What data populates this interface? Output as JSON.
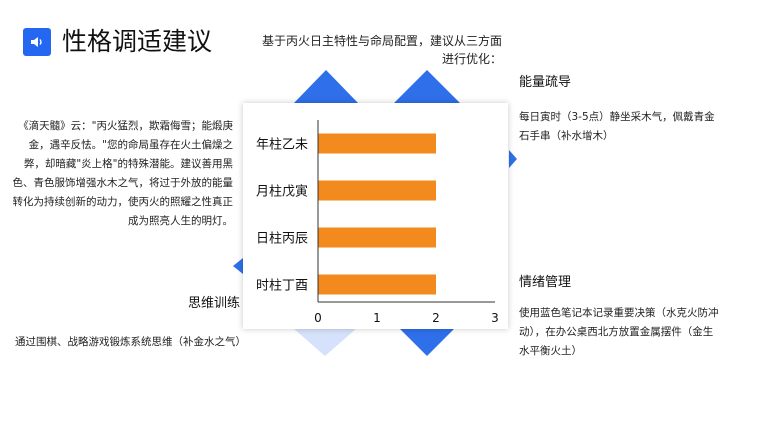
{
  "header": {
    "title": "性格调适建议",
    "icon": "speaker-icon",
    "accent_color": "#2468f2"
  },
  "intro": "基于丙火日主特性与命局配置，建议从三方面进行优化：",
  "left_quote": "《滴天髓》云：\"丙火猛烈，欺霜侮雪；能煅庚金，遇辛反怯。\"您的命局虽存在火土偏燥之弊，却暗藏\"炎上格\"的特殊潜能。建议善用黑色、青色服饰增强水木之气，将过于外放的能量转化为持续创新的动力，使丙火的照耀之性真正成为照亮人生的明灯。",
  "sections": {
    "energy": {
      "heading": "能量疏导",
      "body": "每日寅时（3-5点）静坐采木气，佩戴青金石手串（补水增木）"
    },
    "emotion": {
      "heading": "情绪管理",
      "body": "使用蓝色笔记本记录重要决策（水克火防冲动），在办公桌西北方放置金属摆件（金生水平衡火土）"
    },
    "training": {
      "heading": "思维训练",
      "body": "通过围棋、战略游戏锻炼系统思维（补金水之气）"
    }
  },
  "chart_data": {
    "type": "bar",
    "orientation": "horizontal",
    "categories": [
      "年柱乙未",
      "月柱戊寅",
      "日柱丙辰",
      "时柱丁酉"
    ],
    "values": [
      2,
      2,
      2,
      2
    ],
    "xlim": [
      0,
      3
    ],
    "ticks": [
      "0",
      "1",
      "2",
      "3"
    ],
    "bar_color": "#f28a1e",
    "grid": false,
    "title": "",
    "xlabel": "",
    "ylabel": ""
  }
}
